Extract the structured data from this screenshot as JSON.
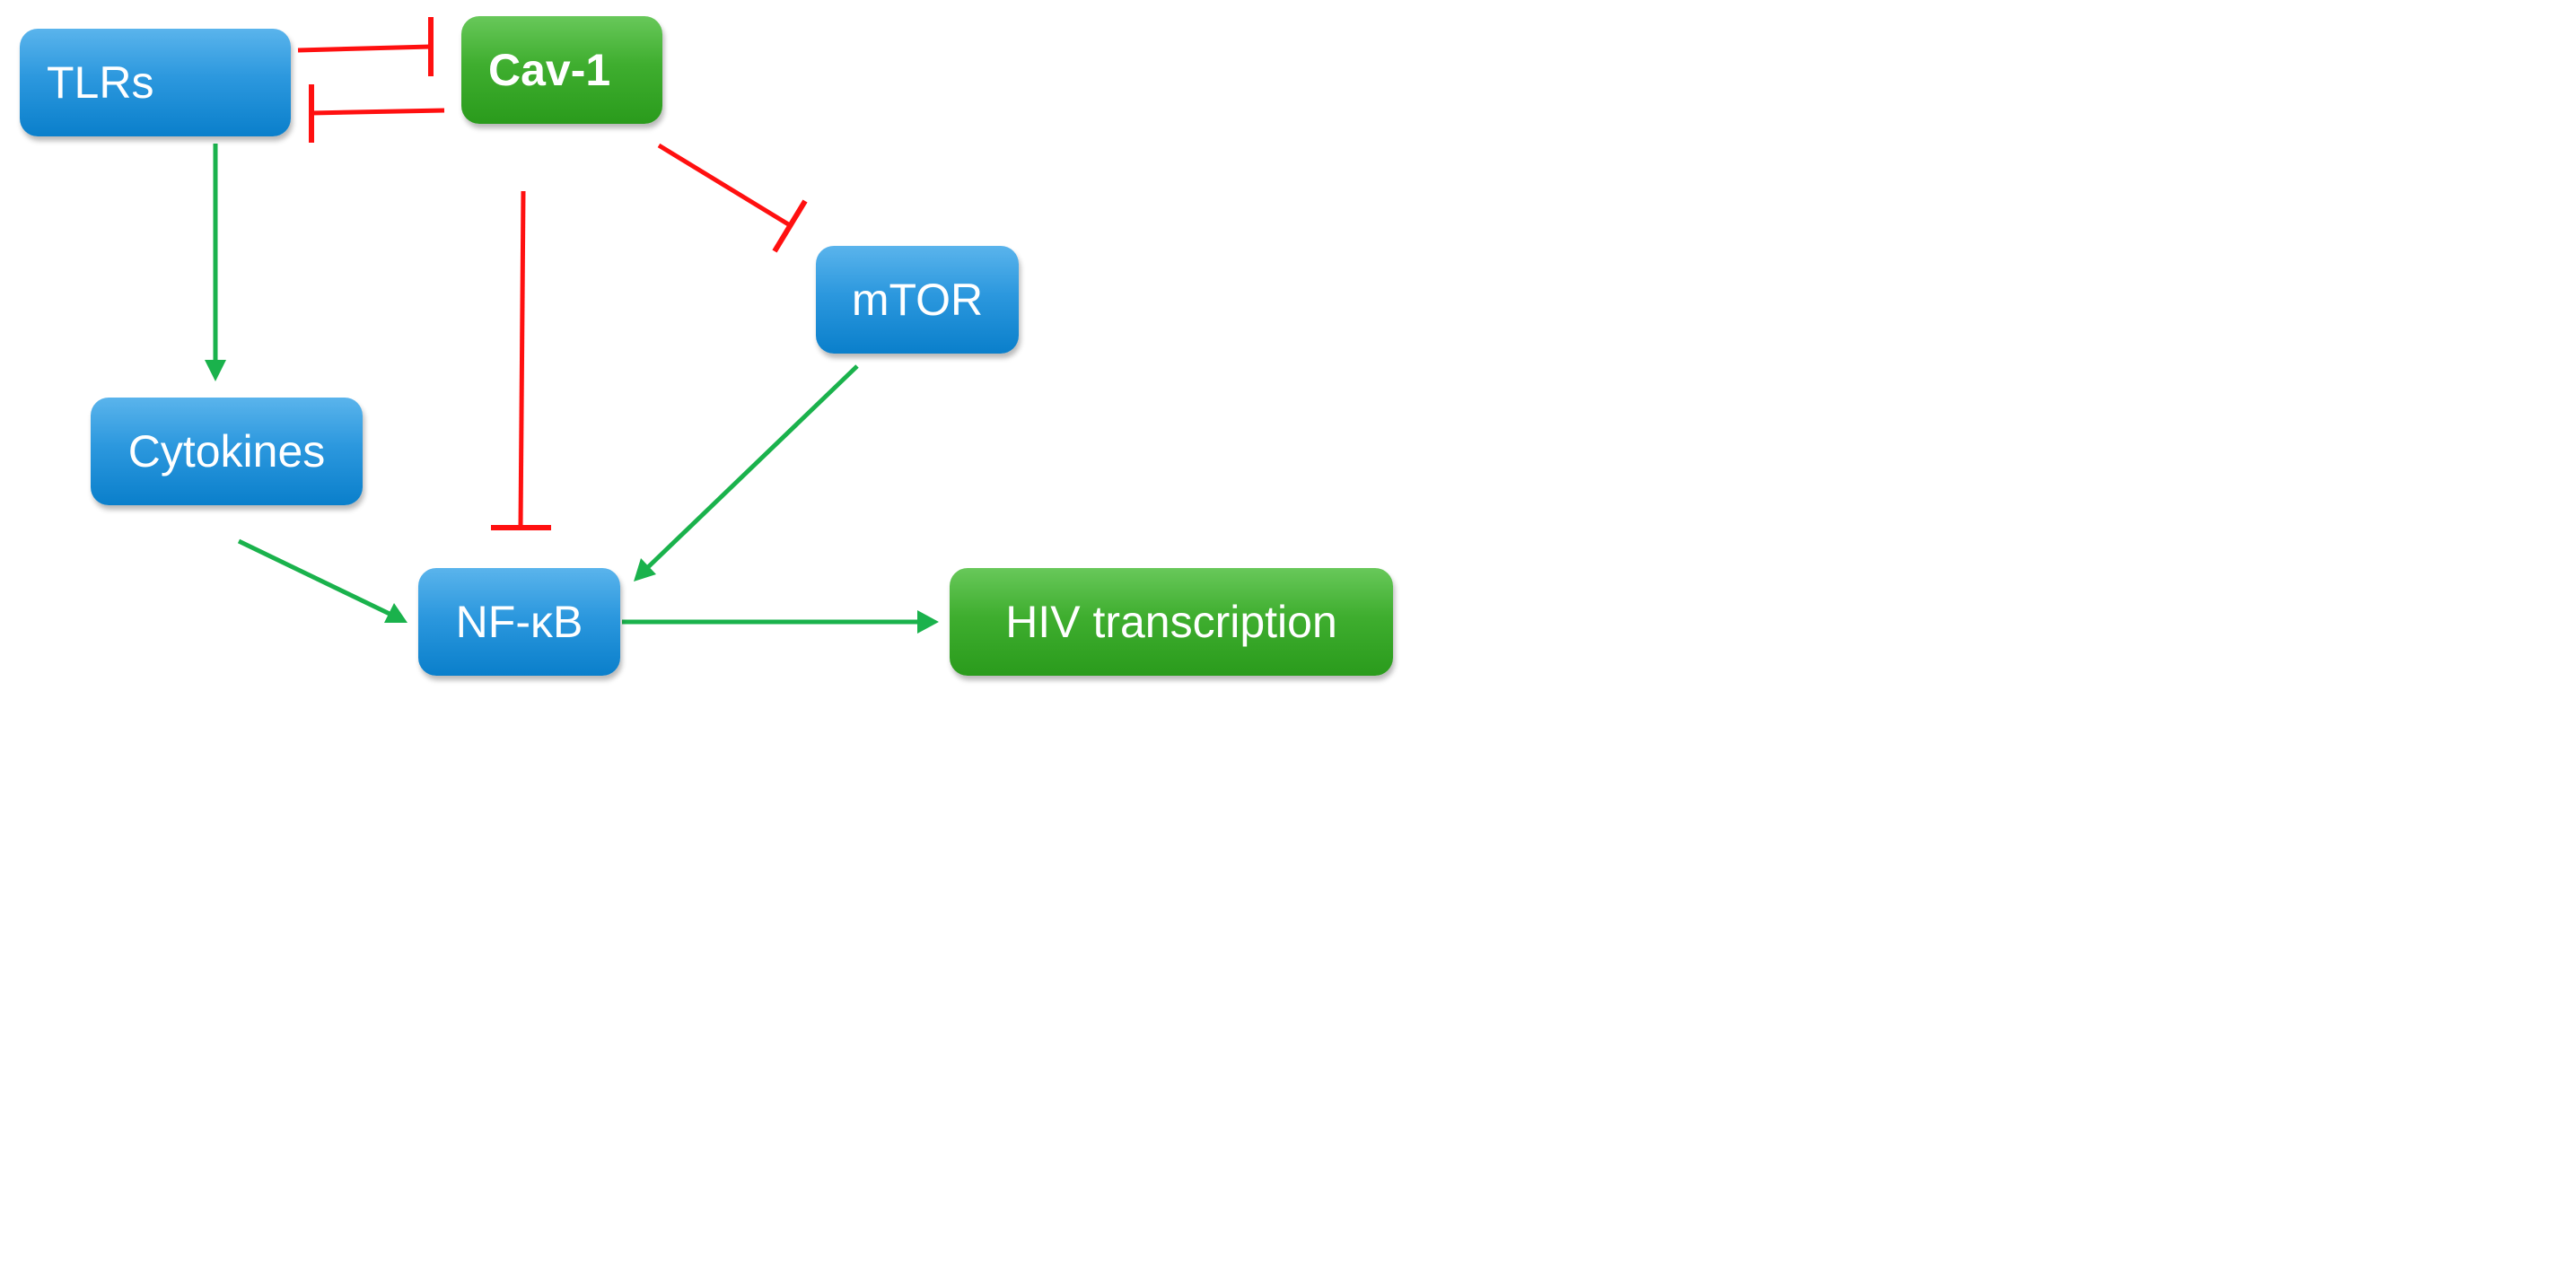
{
  "diagram": {
    "nodes": {
      "tlrs": {
        "label": "TLRs"
      },
      "cav1": {
        "label": "Cav-1"
      },
      "mtor": {
        "label": "mTOR"
      },
      "cytokines": {
        "label": "Cytokines"
      },
      "nfkb": {
        "label": "NF-κB"
      },
      "hiv": {
        "label": "HIV transcription"
      }
    },
    "edges": [
      {
        "from": "TLRs",
        "to": "Cav-1",
        "type": "inhibition"
      },
      {
        "from": "Cav-1",
        "to": "TLRs",
        "type": "inhibition"
      },
      {
        "from": "Cav-1",
        "to": "mTOR",
        "type": "inhibition"
      },
      {
        "from": "Cav-1",
        "to": "NF-κB",
        "type": "inhibition"
      },
      {
        "from": "TLRs",
        "to": "Cytokines",
        "type": "activation"
      },
      {
        "from": "Cytokines",
        "to": "NF-κB",
        "type": "activation"
      },
      {
        "from": "mTOR",
        "to": "NF-κB",
        "type": "activation"
      },
      {
        "from": "NF-κB",
        "to": "HIV transcription",
        "type": "activation"
      }
    ],
    "colors": {
      "activation": "#1ab24c",
      "inhibition": "#ff1010",
      "node_blue": "#1a8ad6",
      "node_green": "#3aa62c",
      "node_text": "#ffffff"
    }
  }
}
